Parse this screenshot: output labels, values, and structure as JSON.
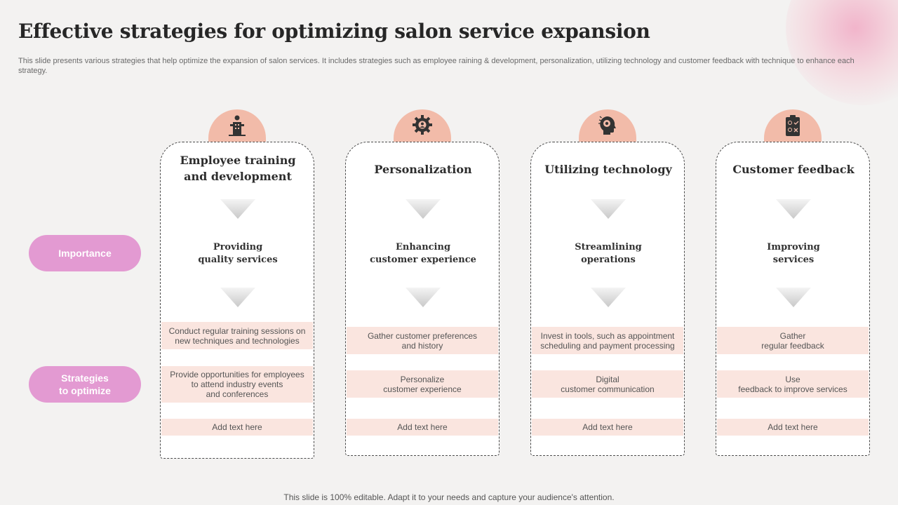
{
  "title": "Effective strategies for optimizing salon service expansion",
  "subtitle": "This slide presents various strategies that help optimize the expansion of salon services. It includes strategies such as employee raining & development, personalization, utilizing technology and customer feedback with technique to enhance each strategy.",
  "row_labels": {
    "importance": "Importance",
    "strategies": "Strategies\nto optimize"
  },
  "columns": [
    {
      "icon": "training-icon",
      "heading": "Employee training\nand development",
      "importance": "Providing\nquality services",
      "strategies": [
        "Conduct regular training sessions on\nnew techniques and technologies",
        "Provide opportunities for employees\nto attend industry events\nand conferences",
        "Add text here"
      ]
    },
    {
      "icon": "gear-icon",
      "heading": "Personalization",
      "importance": "Enhancing\ncustomer experience",
      "strategies": [
        "Gather customer preferences\nand history",
        "Personalize\ncustomer experience",
        "Add text here"
      ]
    },
    {
      "icon": "brain-gear-icon",
      "heading": "Utilizing technology",
      "importance": "Streamlining\noperations",
      "strategies": [
        "Invest in tools, such as appointment\nscheduling and payment processing",
        "Digital\ncustomer communication",
        "Add text here"
      ]
    },
    {
      "icon": "feedback-clipboard-icon",
      "heading": "Customer feedback",
      "importance": "Improving\nservices",
      "strategies": [
        "Gather\nregular feedback",
        "Use\nfeedback to improve services",
        "Add text here"
      ]
    }
  ],
  "colors": {
    "accent_pink": "#e39ad2",
    "peach": "#f2bba9",
    "strategy_fill": "#fae5df"
  },
  "footer": "This slide is 100% editable. Adapt it to your needs and capture your audience's attention."
}
